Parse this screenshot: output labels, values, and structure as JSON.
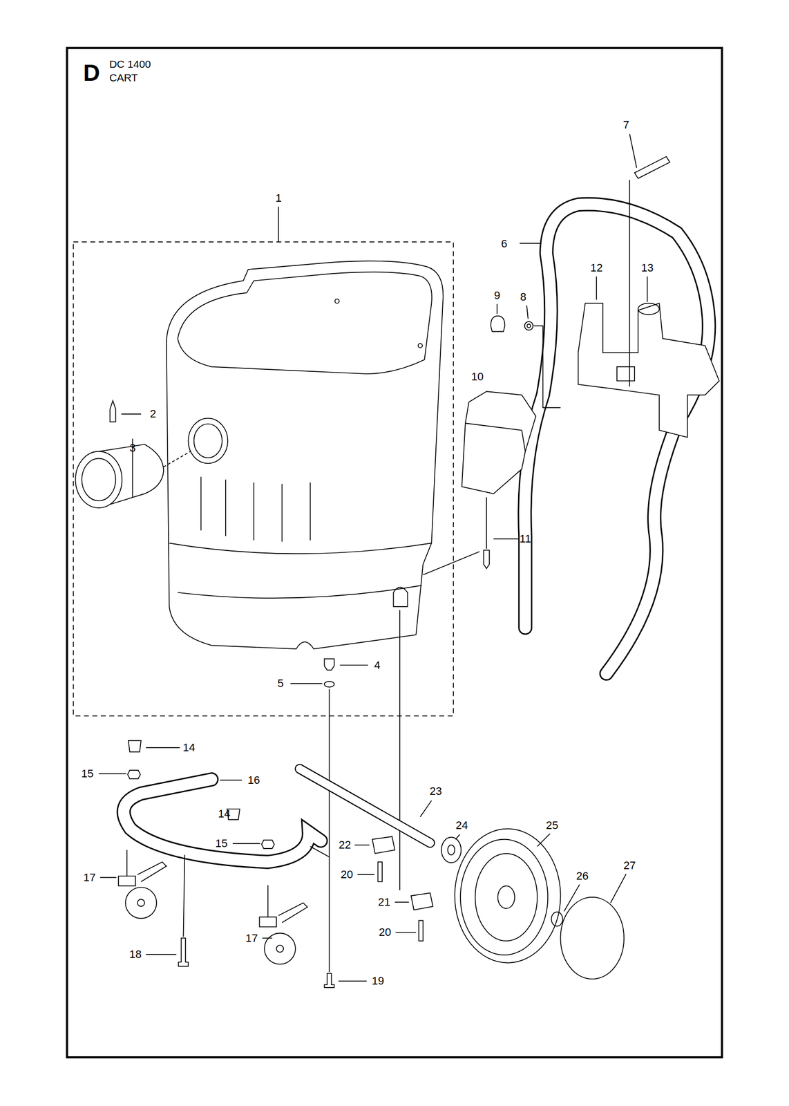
{
  "diagram": {
    "title": "DC 1400 CART",
    "labels": [
      "D",
      "1",
      "2",
      "3",
      "4",
      "5",
      "6",
      "7",
      "8",
      "9",
      "10",
      "11",
      "12",
      "13",
      "14",
      "15",
      "16",
      "14",
      "15",
      "23",
      "24",
      "25",
      "22",
      "20",
      "17",
      "26",
      "27",
      "21",
      "20",
      "17",
      "18",
      "19"
    ]
  }
}
